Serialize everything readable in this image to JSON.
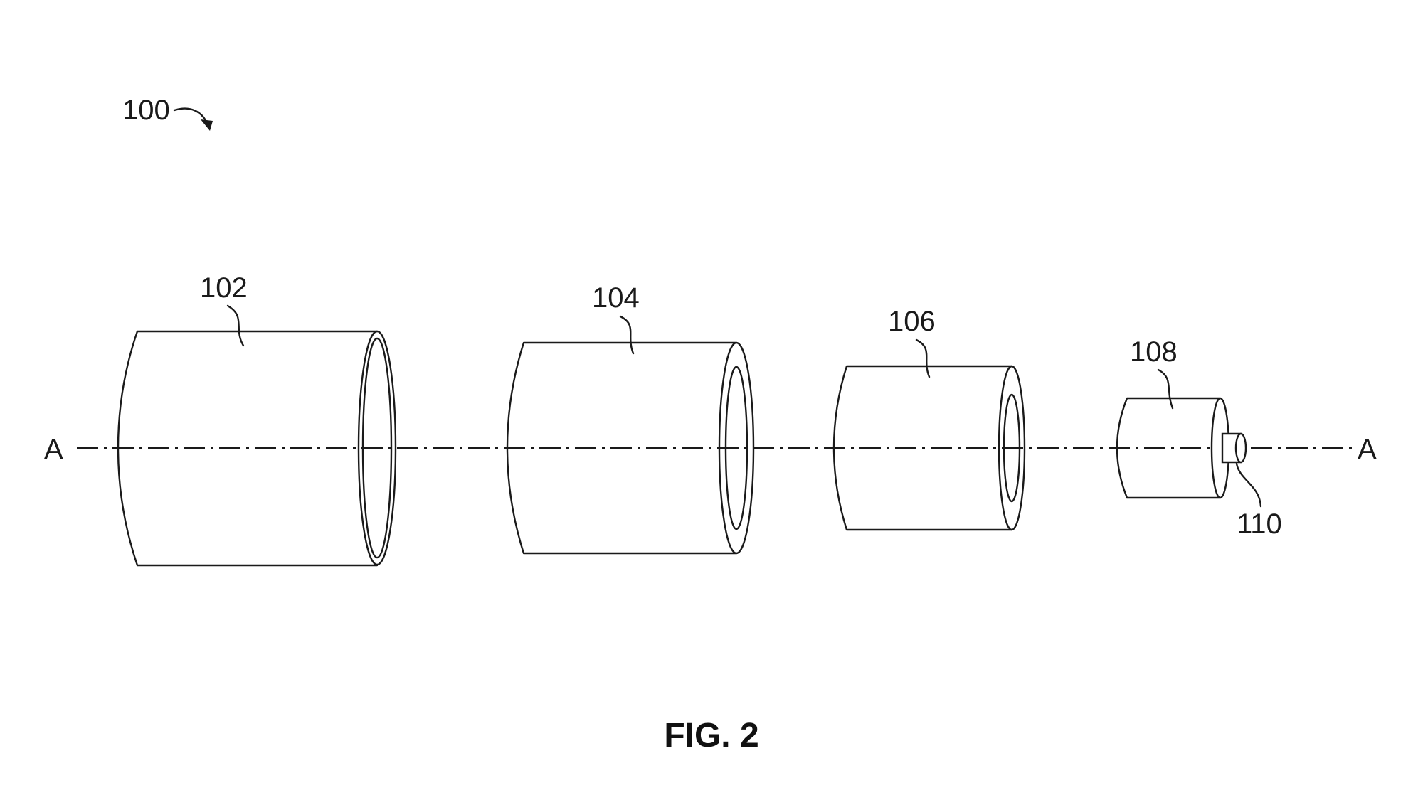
{
  "figure": {
    "caption": "FIG. 2",
    "assembly_label": "100",
    "axis_label_left": "A",
    "axis_label_right": "A",
    "components": [
      {
        "label": "102"
      },
      {
        "label": "104"
      },
      {
        "label": "106"
      },
      {
        "label": "108"
      },
      {
        "label": "110"
      }
    ],
    "line_color": "#1a1a1a",
    "background": "#ffffff"
  }
}
